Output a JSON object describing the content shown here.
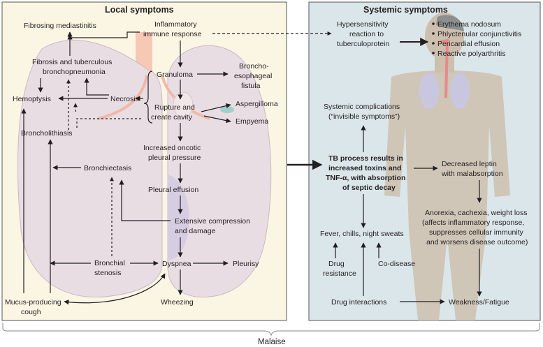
{
  "colors": {
    "local_panel_bg": "#fbf6e4",
    "systemic_panel_bg": "#dbe6ea",
    "lung_fill": "#e9dde4",
    "arrow": "#231f20"
  },
  "local": {
    "title": "Local symptoms",
    "fibrosing_mediastinitis": "Fibrosing mediastinitis",
    "inflammatory": [
      "Inflammatory",
      "immune response"
    ],
    "fibrosis": [
      "Fibrosis and tuberculous",
      "bronchopneumonia"
    ],
    "broncho_fistula": [
      "Broncho-",
      "esophageal",
      "fistula"
    ],
    "granuloma": "Granuloma",
    "hemoptysis": "Hemoptysis",
    "necrosis": "Necrosis",
    "rupture": [
      "Rupture and",
      "create cavity"
    ],
    "aspergilloma": "Aspergilloma",
    "empyema": "Empyema",
    "broncholithiasis": "Broncholithiasis",
    "oncotic": [
      "Increased oncotic",
      "pleural pressure"
    ],
    "bronchiectasis": "Bronchiectasis",
    "pleural_effusion": "Pleural effusion",
    "compression": [
      "Extensive compression",
      "and damage"
    ],
    "bronchial_stenosis": [
      "Bronchial",
      "stenosis"
    ],
    "dyspnea": "Dyspnea",
    "pleurisy": "Pleurisy",
    "mucus": [
      "Mucus-producing",
      "cough"
    ],
    "wheezing": "Wheezing"
  },
  "systemic": {
    "title": "Systemic symptoms",
    "hypersensitivity": [
      "Hypersensitivity",
      "reaction to",
      "tuberculoprotein"
    ],
    "reactions": [
      "Erythema nodosum",
      "Phlyctenular conjunctivitis",
      "Pericardial effusion",
      "Reactive polyarthritis"
    ],
    "complications": [
      "Systemic complications",
      "(“invisible symptoms”)"
    ],
    "tb_process": [
      "TB process results in",
      "increased toxins and",
      "TNF-α, with absorption",
      "of septic decay"
    ],
    "leptin": [
      "Decreased leptin",
      "with malabsorption"
    ],
    "anorexia": [
      "Anorexia, cachexia, weight loss",
      "(affects inflammatory response,",
      "suppresses cellular immunity",
      "and worsens disease outcome)"
    ],
    "fever": "Fever, chills, night sweats",
    "drug_resistance": [
      "Drug",
      "resistance"
    ],
    "codisease": "Co-disease",
    "drug_interactions": "Drug interactions",
    "weakness": "Weakness/Fatigue"
  },
  "malaise": "Malaise"
}
